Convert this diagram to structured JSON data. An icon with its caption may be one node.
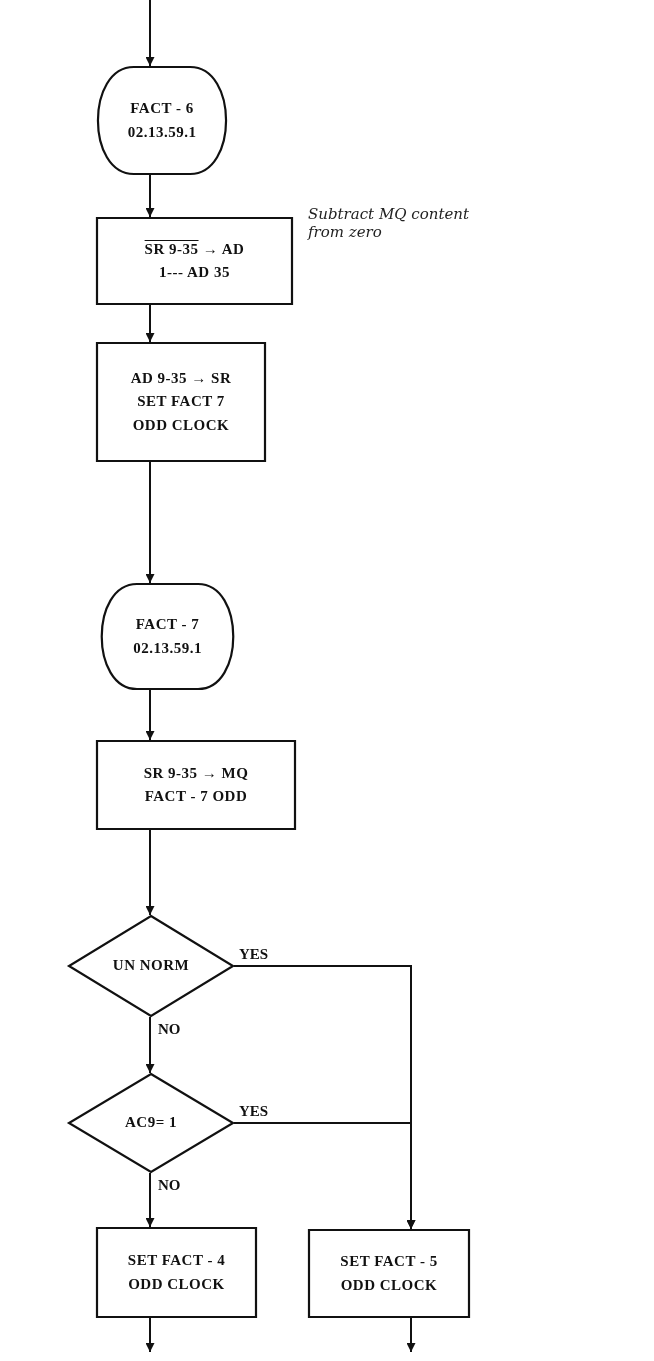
{
  "diagram": {
    "nodes": [
      {
        "text": [
          "FACT - 6",
          "02.13.59.1"
        ]
      },
      {
        "text": [
          "SR 9-35 → AD",
          "1--- AD 35"
        ],
        "beside": [
          "Subtract MQ content from zero"
        ]
      },
      {
        "text": [
          "AD 9-35 → SR",
          "SET FACT 7",
          "ODD CLOCK"
        ]
      },
      {
        "text": [
          "FACT - 7",
          "02.13.59.1"
        ]
      },
      {
        "text": [
          "SR 9-35 → MQ",
          "FACT - 7 ODD"
        ]
      },
      {
        "text": [
          "UN NORM"
        ]
      },
      {
        "text": [
          "AC9= 1"
        ]
      },
      {
        "text": [
          "SET FACT - 4",
          "ODD CLOCK"
        ]
      },
      {
        "text": [
          "SET FACT - 5",
          "ODD CLOCK"
        ]
      }
    ],
    "edges": [
      {
        "from": null,
        "to": 0,
        "arrow": "to"
      },
      {
        "from": 0,
        "to": 1,
        "arrow": "to"
      },
      {
        "from": 1,
        "to": 2,
        "arrow": "to"
      },
      {
        "from": 2,
        "to": 3,
        "arrow": "to"
      },
      {
        "from": 3,
        "to": 4,
        "arrow": "to"
      },
      {
        "from": 4,
        "to": 5,
        "arrow": "to"
      },
      {
        "from": 5,
        "to": 6,
        "arrow": "to",
        "label": "NO"
      },
      {
        "from": 5,
        "to": 8,
        "arrow": "to",
        "label": "YES"
      },
      {
        "from": 6,
        "to": 7,
        "arrow": "to",
        "label": "NO"
      },
      {
        "from": 6,
        "to": 8,
        "arrow": "to",
        "label": "YES"
      },
      {
        "from": 7,
        "to": null,
        "arrow": "to"
      },
      {
        "from": 8,
        "to": null,
        "arrow": "to"
      }
    ]
  }
}
